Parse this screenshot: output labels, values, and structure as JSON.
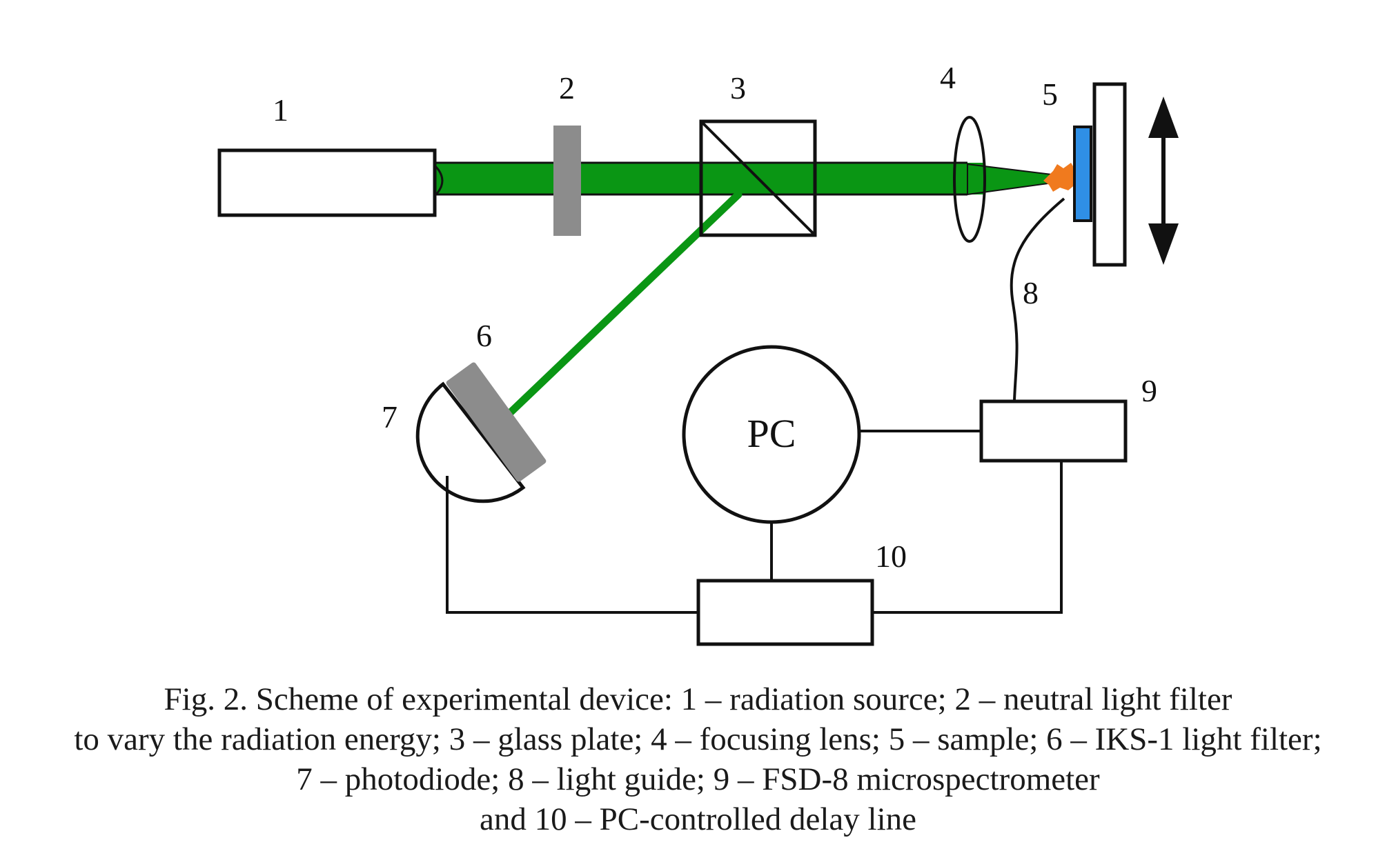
{
  "labels": {
    "radiation_source": "1",
    "neutral_filter": "2",
    "glass_plate": "3",
    "focusing_lens": "4",
    "sample": "5",
    "iks_filter": "6",
    "photodiode": "7",
    "light_guide": "8",
    "microspectrometer": "9",
    "delay_line": "10",
    "pc": "PC"
  },
  "caption": {
    "line1": "Fig. 2. Scheme of experimental device: 1 – radiation source; 2 – neutral light filter",
    "line2": "to vary the radiation energy; 3 – glass plate; 4 – focusing lens; 5 – sample; 6 – IKS-1 light filter;",
    "line3": "7 – photodiode; 8 – light guide; 9 – FSD-8 microspectrometer",
    "line4": "and 10 – PC-controlled delay line"
  },
  "colors": {
    "beam": "#0a9614",
    "filter_gray": "#8c8c8c",
    "sample_blue": "#2f8fe6",
    "plasma_orange": "#f07a1e",
    "outline": "#111111"
  }
}
